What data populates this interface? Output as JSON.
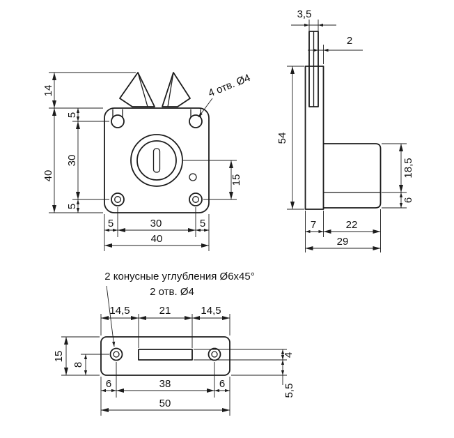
{
  "front_view": {
    "callout_holes": "4 отв. Ø4",
    "dims": {
      "latch_height": "14",
      "top_edge_to_hole": "5",
      "hole_spacing_vertical": "30",
      "bottom_edge_to_hole": "5",
      "body_height": "40",
      "left_edge_to_hole": "5",
      "hole_spacing_horizontal": "30",
      "right_edge_to_hole": "5",
      "body_width": "40",
      "center_to_hole": "15"
    }
  },
  "side_view": {
    "dims": {
      "bolt_thickness": "3,5",
      "bolt_offset": "2",
      "height": "54",
      "case_height": "18,5",
      "case_bottom_offset": "6",
      "plate_thickness": "7",
      "case_depth": "22",
      "total_depth": "29"
    }
  },
  "plate_view": {
    "callout_recess": "2 конусные углубления Ø6x45°",
    "callout_holes": "2 отв. Ø4",
    "dims": {
      "edge_to_slot_left": "14,5",
      "slot_length": "21",
      "edge_to_slot_right": "14,5",
      "plate_height": "15",
      "hole_center_offset": "8",
      "slot_width": "4",
      "slot_bottom_offset": "5,5",
      "left_edge_to_hole": "6",
      "hole_spacing": "38",
      "right_edge_to_hole": "6",
      "plate_width": "50"
    }
  },
  "colors": {
    "line": "#1c1c1c",
    "background": "#ffffff"
  }
}
